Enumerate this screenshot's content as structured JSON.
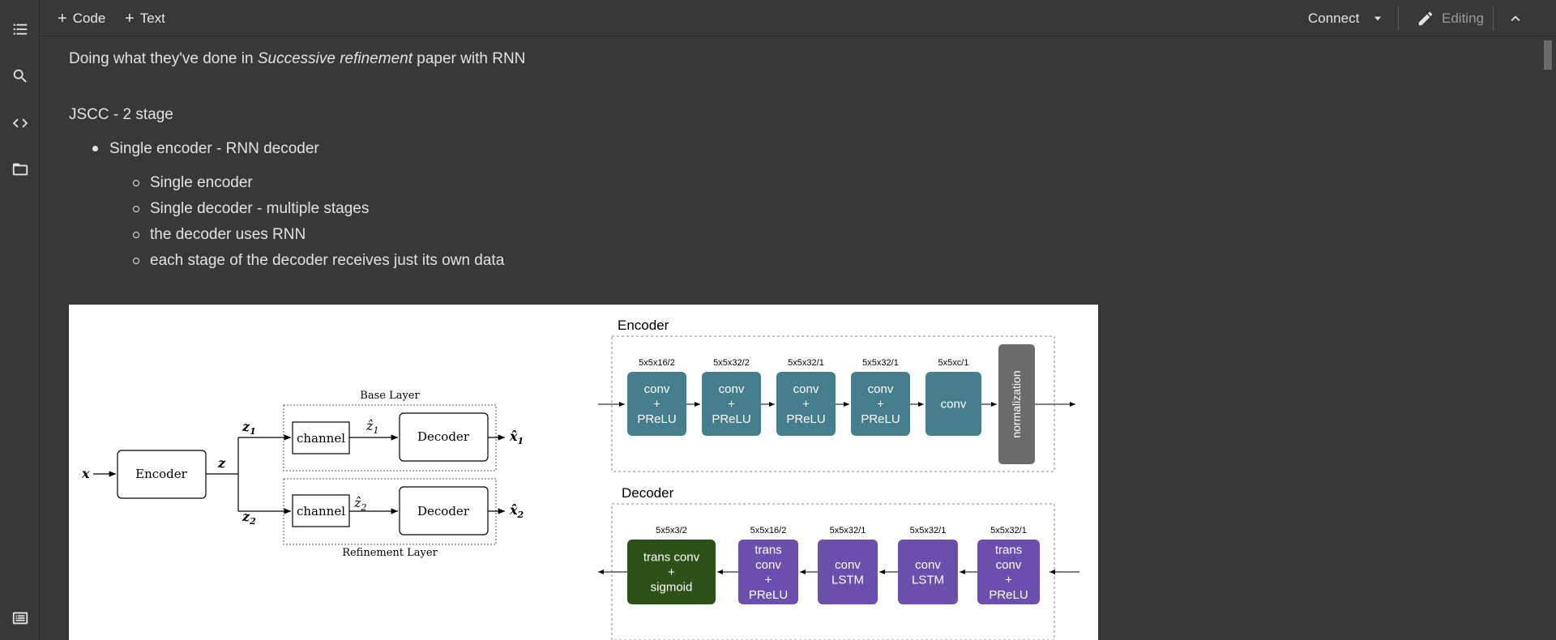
{
  "toolbar": {
    "code_label": "Code",
    "text_label": "Text",
    "connect_label": "Connect",
    "editing_label": "Editing"
  },
  "sidebar": {
    "items": [
      "table-of-contents-icon",
      "search-icon",
      "code-snippets-icon",
      "files-icon",
      "terminal-icon"
    ]
  },
  "cell": {
    "intro_prefix": "Doing what they've done in ",
    "intro_em": "Successive refinement",
    "intro_suffix": " paper with RNN",
    "heading": "JSCC - 2 stage",
    "bullet": "Single encoder - RNN decoder",
    "sub_bullets": [
      "Single encoder",
      "Single decoder - multiple stages",
      "the decoder uses RNN",
      "each stage of the decoder receives just its own data"
    ]
  },
  "figure": {
    "left": {
      "input": "x",
      "encoder": "Encoder",
      "z": "z",
      "z1": "z",
      "z1_sub": "1",
      "z2": "z",
      "z2_sub": "2",
      "base_layer": "Base Layer",
      "refinement_layer": "Refinement Layer",
      "channel": "channel",
      "decoder": "Decoder",
      "zhat1": "ẑ",
      "zhat1_sub": "1",
      "zhat2": "ẑ",
      "zhat2_sub": "2",
      "xhat1": "x̂",
      "xhat1_sub": "1",
      "xhat2": "x̂",
      "xhat2_sub": "2"
    },
    "encoder": {
      "title": "Encoder",
      "blocks": [
        {
          "spec": "5x5x16/2",
          "lines": [
            "conv",
            "+",
            "PReLU"
          ]
        },
        {
          "spec": "5x5x32/2",
          "lines": [
            "conv",
            "+",
            "PReLU"
          ]
        },
        {
          "spec": "5x5x32/1",
          "lines": [
            "conv",
            "+",
            "PReLU"
          ]
        },
        {
          "spec": "5x5x32/1",
          "lines": [
            "conv",
            "+",
            "PReLU"
          ]
        },
        {
          "spec": "5x5xc/1",
          "lines": [
            "conv"
          ]
        }
      ],
      "normalization": "normalization",
      "block_color": "#457e8c",
      "norm_color": "#6b6b6b"
    },
    "decoder": {
      "title": "Decoder",
      "blocks": [
        {
          "spec": "5x5x3/2",
          "lines": [
            "trans conv",
            "+",
            "sigmoid"
          ]
        },
        {
          "spec": "5x5x16/2",
          "lines": [
            "trans",
            "conv",
            "+",
            "PReLU"
          ]
        },
        {
          "spec": "5x5x32/1",
          "lines": [
            "conv",
            "LSTM"
          ]
        },
        {
          "spec": "5x5x32/1",
          "lines": [
            "conv",
            "LSTM"
          ]
        },
        {
          "spec": "5x5x32/1",
          "lines": [
            "trans",
            "conv",
            "+",
            "PReLU"
          ]
        }
      ],
      "sigmoid_color": "#2d5218",
      "block_color": "#6a4fad"
    }
  }
}
